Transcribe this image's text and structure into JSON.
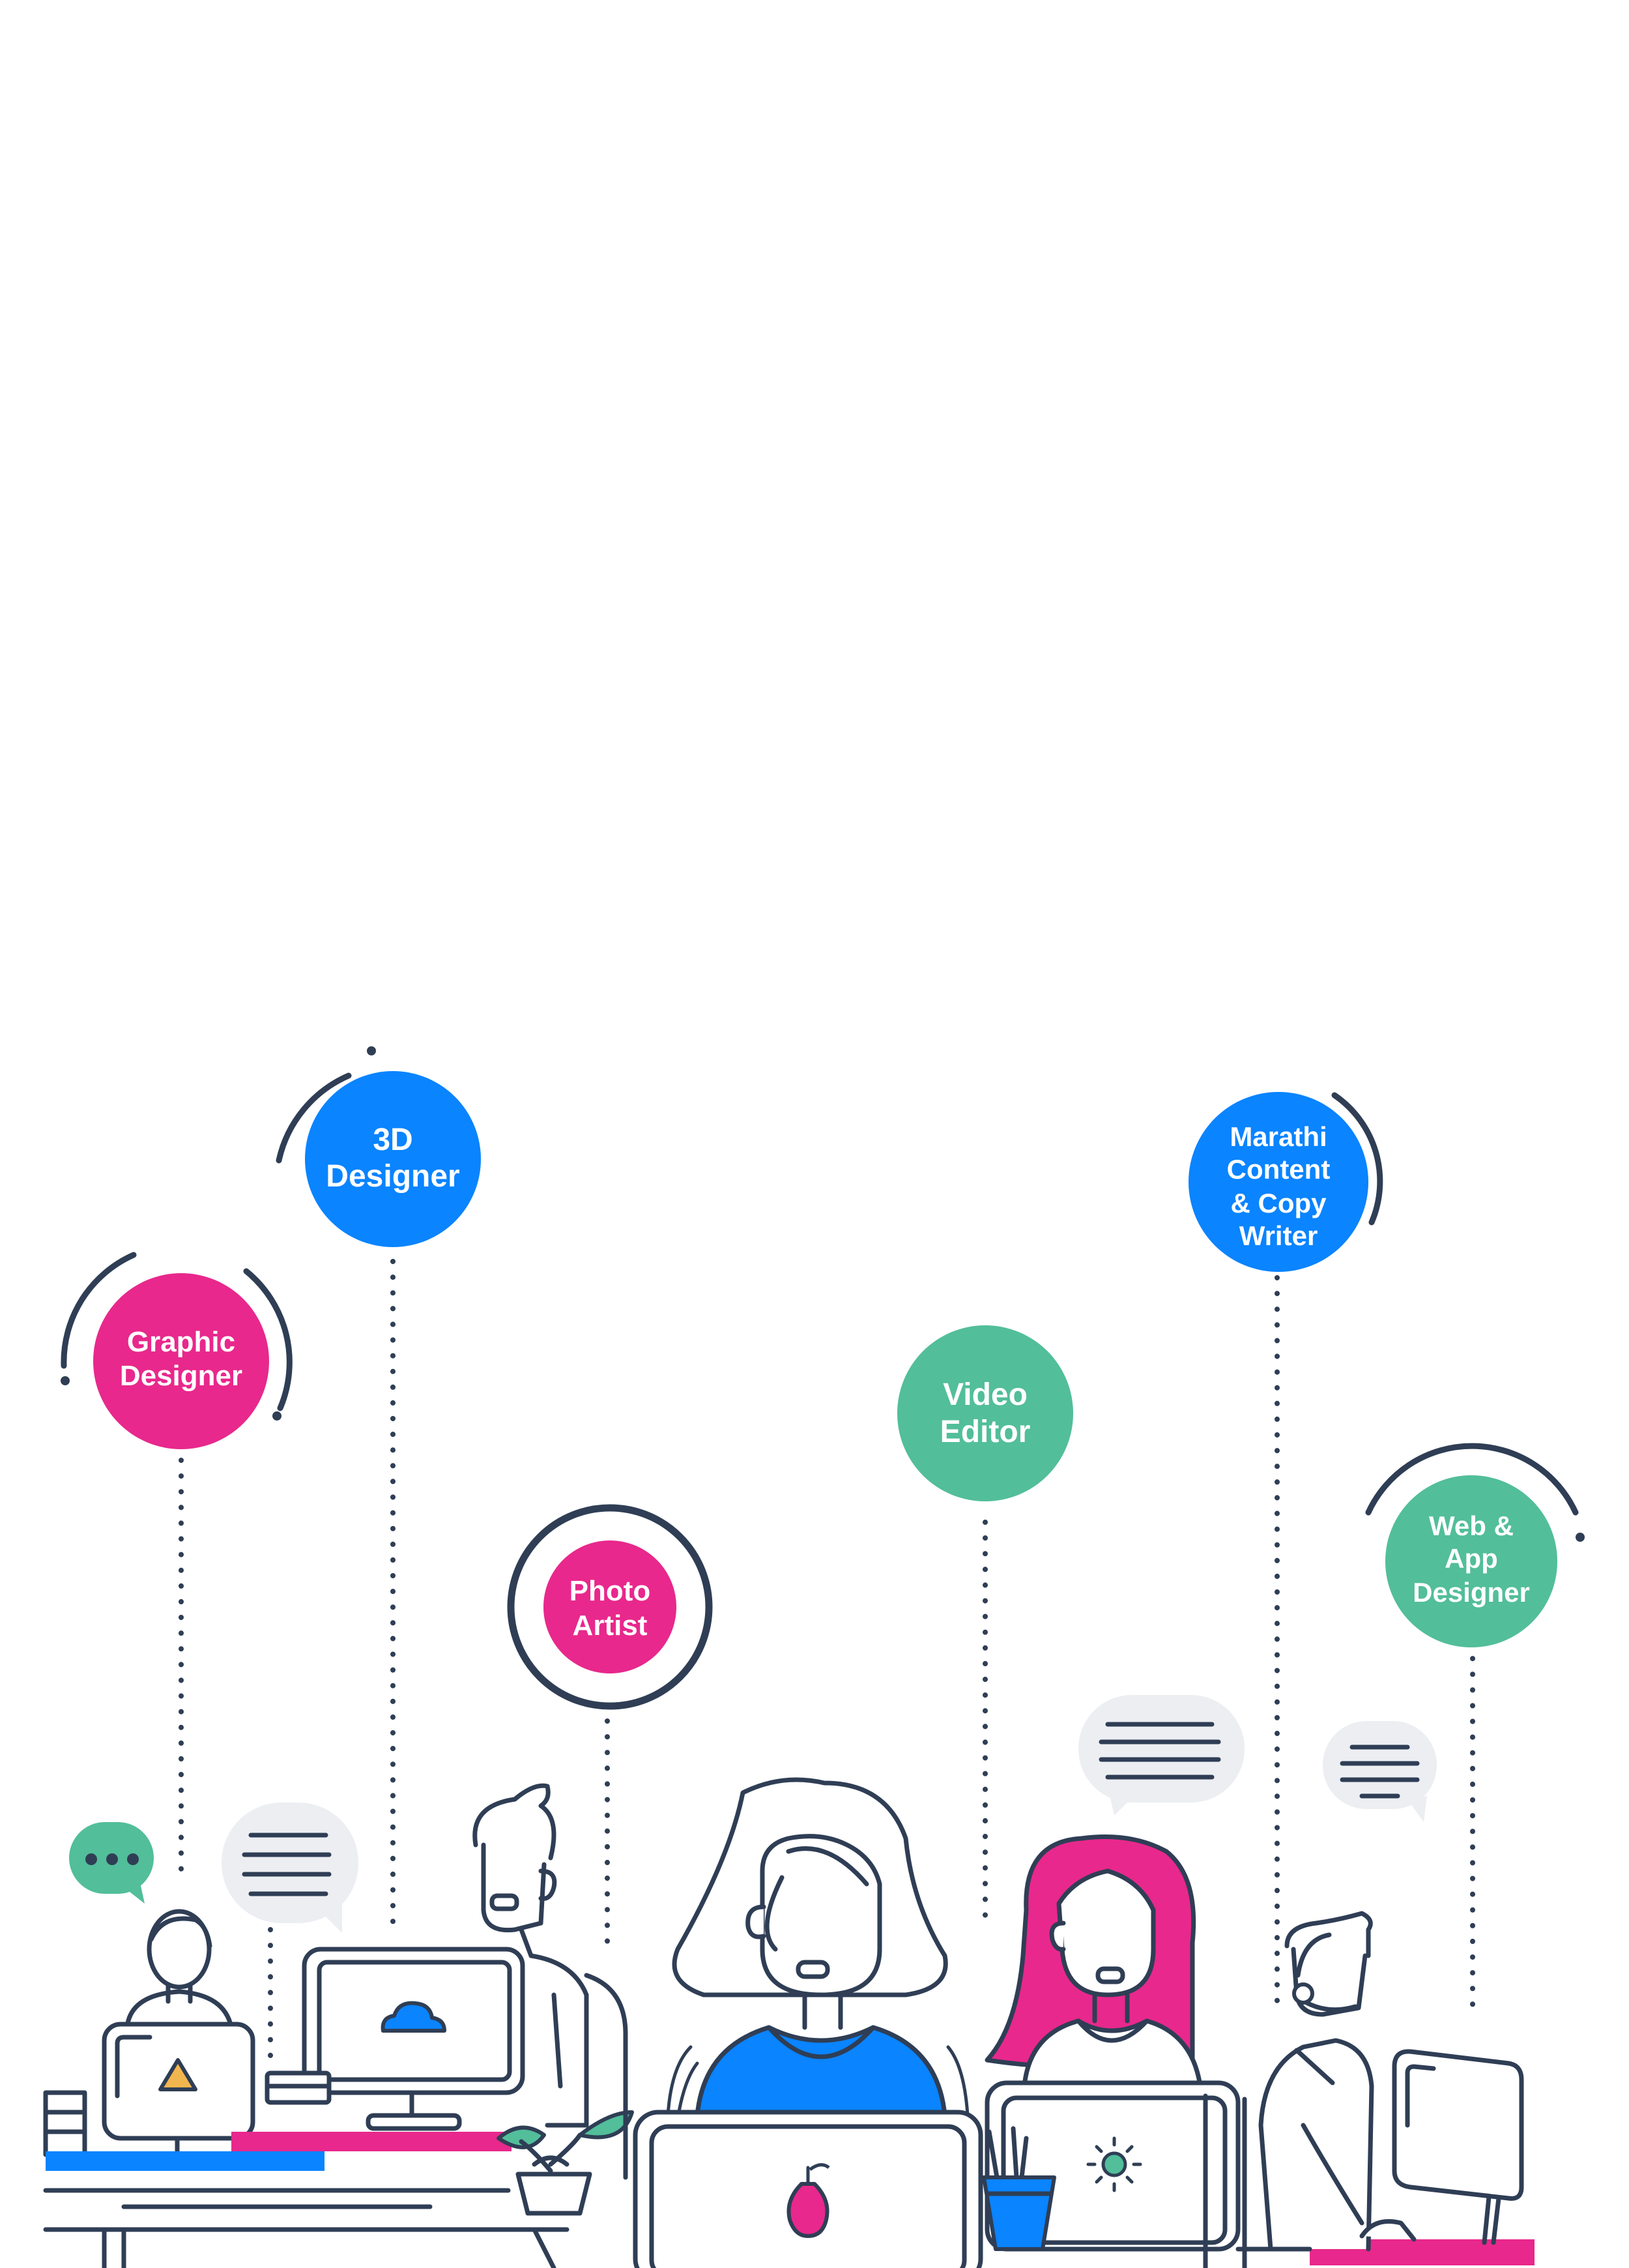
{
  "colors": {
    "magenta": "#e8288c",
    "blue": "#0a84ff",
    "green": "#52be9a",
    "ink": "#2f3e55",
    "bubble_gray": "#eceef2",
    "bubble_green": "#52be9a",
    "yellow": "#f2b64e"
  },
  "roles": [
    {
      "id": "graphic-designer",
      "lines": [
        "Graphic",
        "Designer"
      ],
      "color": "magenta"
    },
    {
      "id": "3d-designer",
      "lines": [
        "3D",
        "Designer"
      ],
      "color": "blue"
    },
    {
      "id": "photo-artist",
      "lines": [
        "Photo",
        "Artist"
      ],
      "color": "magenta"
    },
    {
      "id": "video-editor",
      "lines": [
        "Video",
        "Editor"
      ],
      "color": "green"
    },
    {
      "id": "marathi-content-copy-writer",
      "lines": [
        "Marathi",
        "Content",
        "& Copy",
        "Writer"
      ],
      "color": "blue"
    },
    {
      "id": "web-app-designer",
      "lines": [
        "Web &",
        "App",
        "Designer"
      ],
      "color": "green"
    }
  ],
  "icons": [
    "speech-bubble-dots-icon",
    "speech-bubble-lines-icon",
    "cloud-icon",
    "triangle-icon",
    "pear-icon",
    "sun-icon",
    "plant-icon",
    "pencil-cup-icon",
    "headset-icon"
  ]
}
